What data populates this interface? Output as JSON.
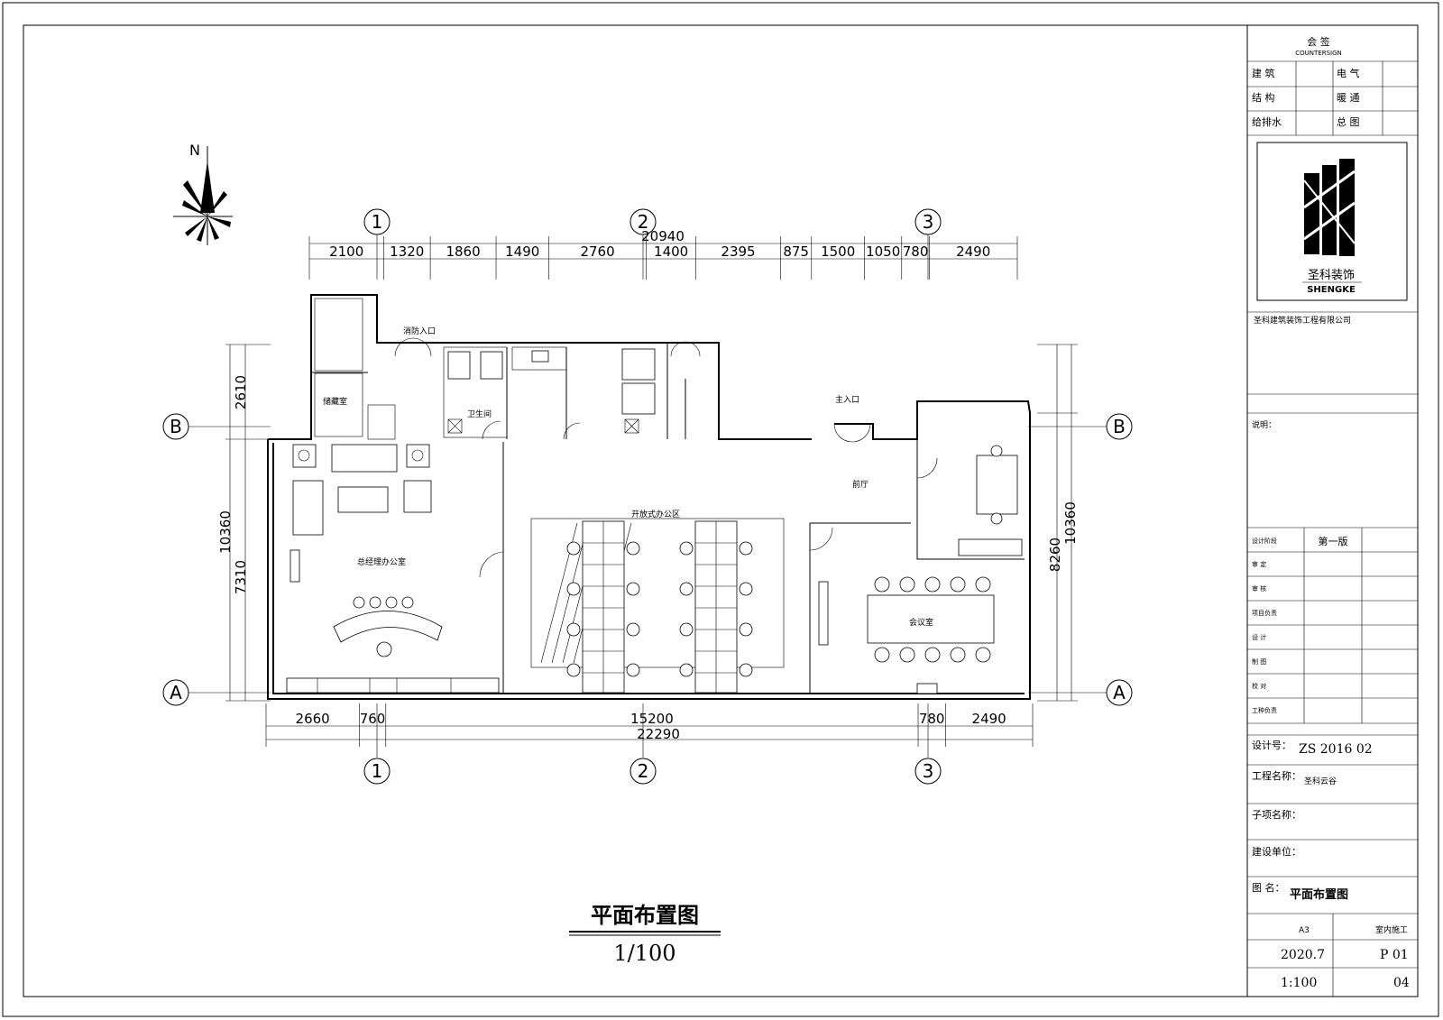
{
  "drawing": {
    "title": "平面布置图",
    "scale": "1/100",
    "north": "N",
    "grid": {
      "columns": [
        "1",
        "2",
        "3"
      ],
      "rows": [
        "A",
        "B"
      ]
    },
    "dims": {
      "top_total": "20940",
      "top": [
        "2100",
        "1320",
        "1860",
        "1490",
        "2760",
        "1400",
        "2395",
        "875",
        "1500",
        "1050",
        "780",
        "2490"
      ],
      "bottom_total": "22290",
      "bottom": [
        "2660",
        "760",
        "15200",
        "780",
        "2490"
      ],
      "left": [
        "2610",
        "10360",
        "7310"
      ],
      "right": [
        "10360",
        "8260"
      ]
    },
    "rooms": {
      "side_entrance": "消防入口",
      "main_entrance": "主入口",
      "open_office": "开放式办公区",
      "hall": "前厅",
      "meeting": "会议室",
      "manager_office": "总经理办公室",
      "storage": "储藏室",
      "toilet": "卫生间"
    }
  },
  "title_block": {
    "sign_title": "会 签",
    "sign_sub": "COUNTERSIGN",
    "sign": [
      {
        "label": "建 筑",
        "label2": "电 气"
      },
      {
        "label": "结 构",
        "label2": "暖 通"
      },
      {
        "label": "给排水",
        "label2": "总 图"
      }
    ],
    "logo_cn": "圣科装饰",
    "logo_en": "SHENGKE",
    "company": "圣科建筑装饰工程有限公司",
    "notes_label": "说明：",
    "stage_label": "设计阶段",
    "stage_value": "第一版",
    "roles": [
      "审 定",
      "审 核",
      "项目负责",
      "设 计",
      "制 图",
      "校 对",
      "工种负责"
    ],
    "project_no_label": "设计号：",
    "project_no": "ZS 2016 02",
    "project_name_label": "工程名称：",
    "project_name": "圣科云谷",
    "sub_name_label": "子项名称：",
    "client_label": "建设单位：",
    "drawing_name_label": "图 名：",
    "drawing_name": "平面布置图",
    "grade_value": "A3",
    "discipline_value": "室内施工",
    "date_value": "2020.7",
    "drawing_no_value": "P 01",
    "scale_value": "1:100",
    "sheet_value": "04"
  }
}
